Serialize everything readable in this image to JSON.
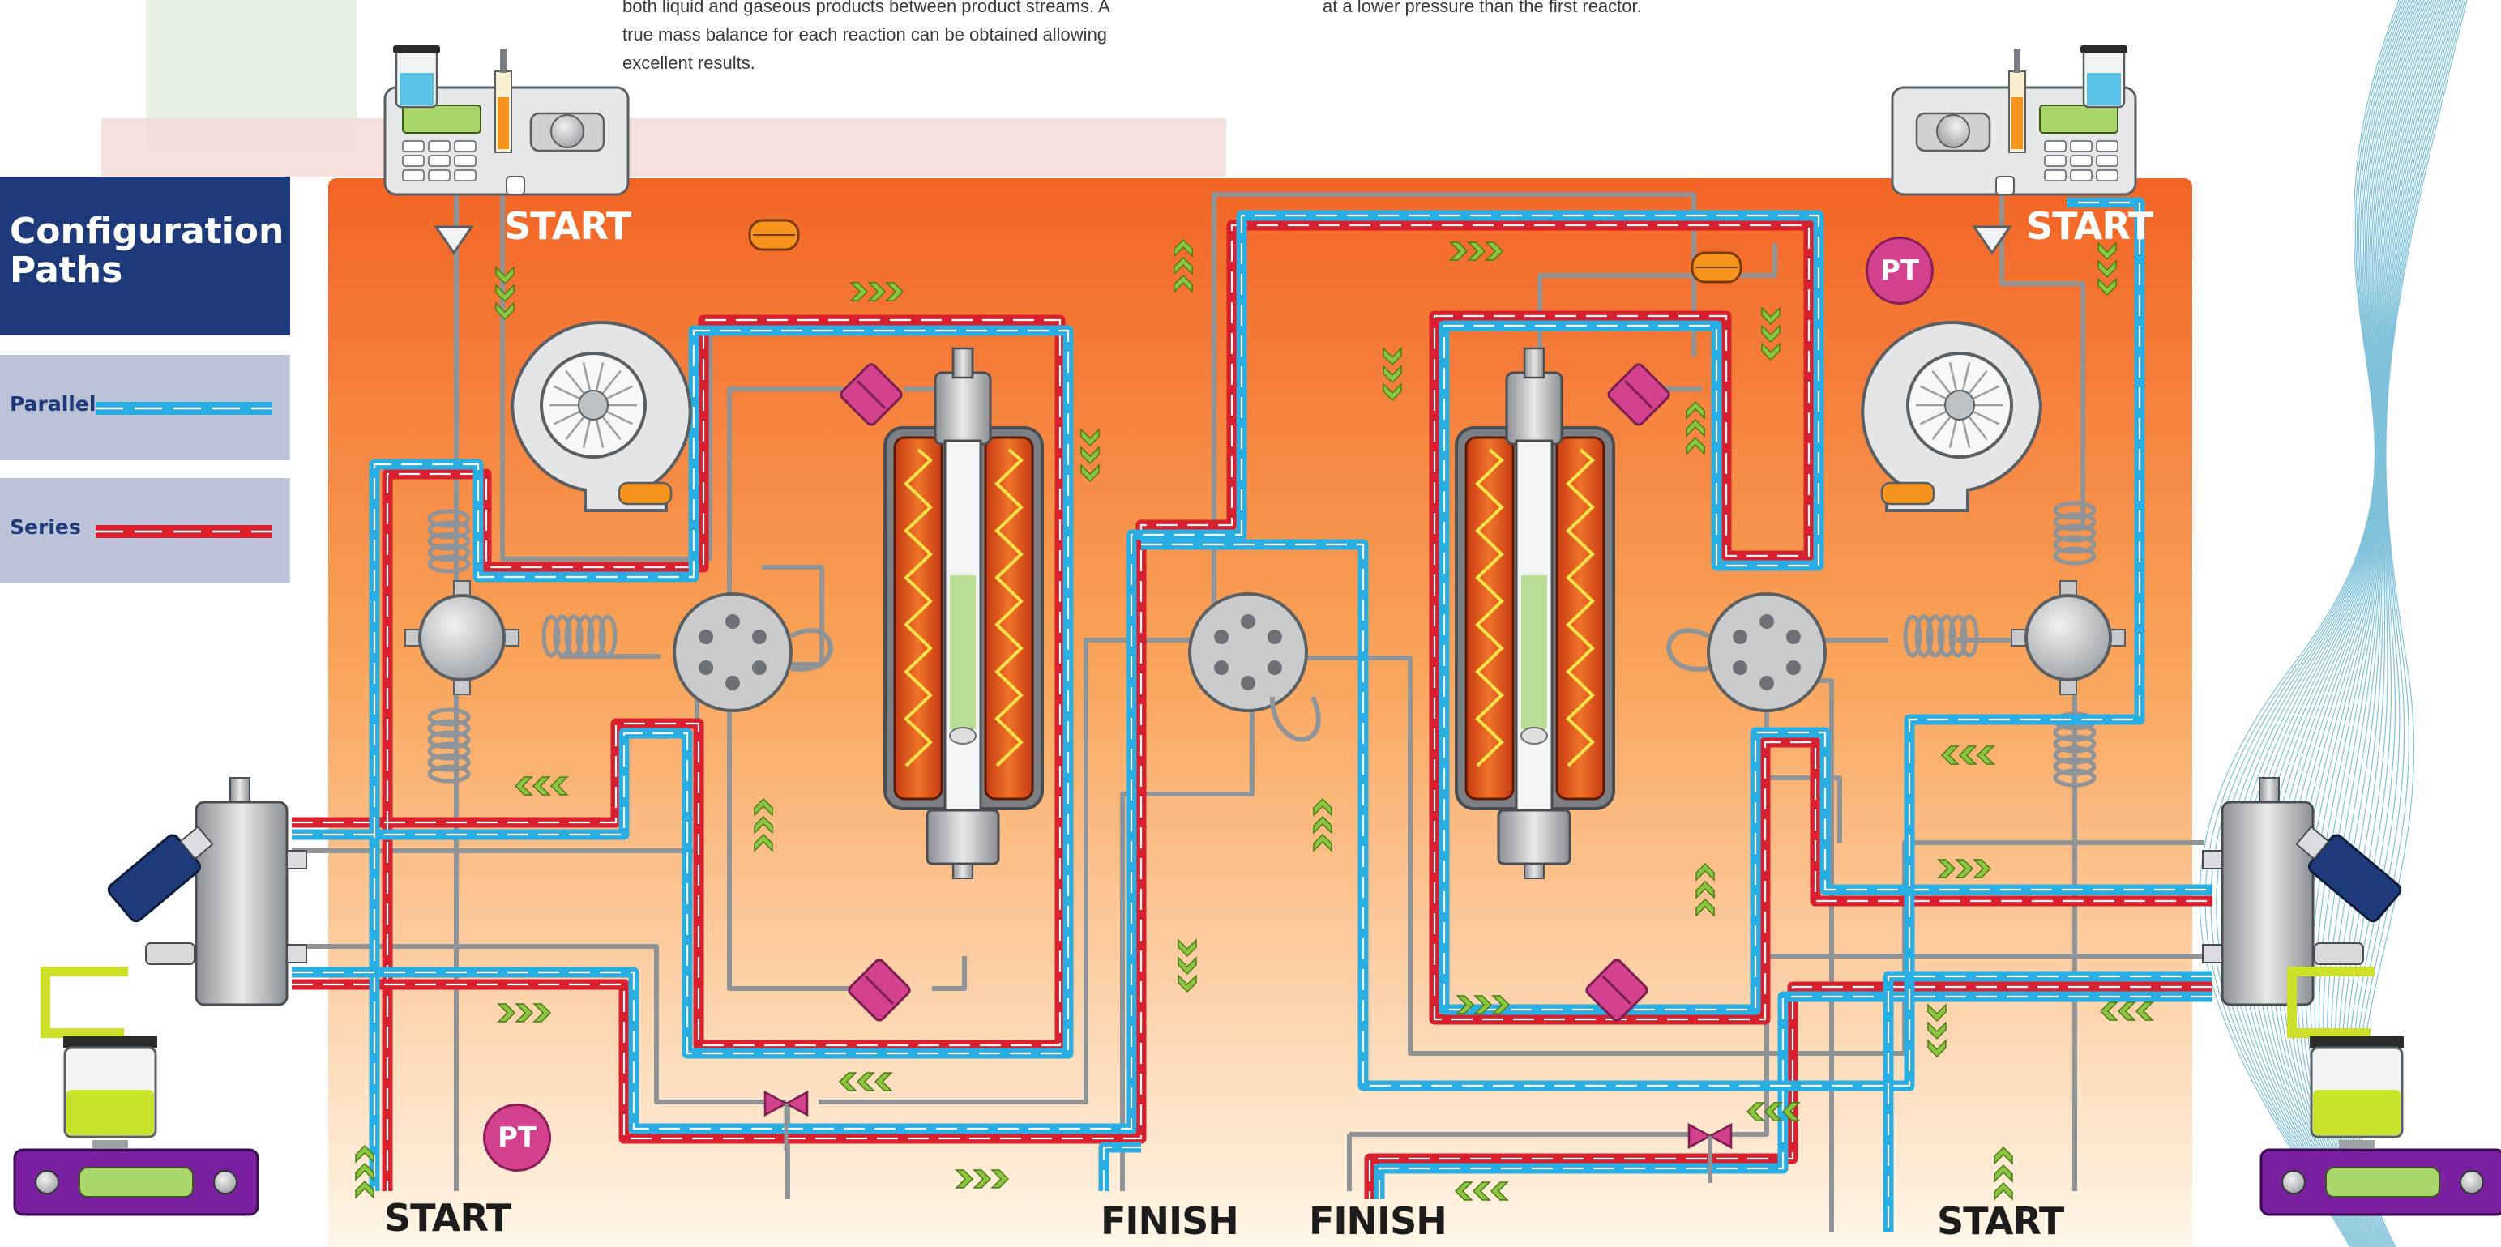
{
  "captions": {
    "left_lines": [
      "both liquid and gaseous products between product streams. A",
      "true mass balance for each reaction can be obtained allowing",
      "excellent results."
    ],
    "right_line": "at a lower pressure than the first reactor."
  },
  "panel": {
    "title_line1": "Configuration",
    "title_line2": "Paths"
  },
  "legend": [
    {
      "label": "Parallel",
      "color": "#29aee3"
    },
    {
      "label": "Series",
      "color": "#d9202e"
    }
  ],
  "labels": {
    "start_top_left": "START",
    "start_top_right": "START",
    "start_bottom_left": "START",
    "start_bottom_right": "START",
    "finish_left": "FINISH",
    "finish_right": "FINISH",
    "pt": "PT"
  },
  "colors": {
    "parallel": "#29aee3",
    "series": "#d9202e",
    "pipe": "#8f9498",
    "arrow": "#8cc63f",
    "panel_top": "#f26424",
    "panel_bottom": "#fff6e8",
    "dark_blue": "#1e3a7a",
    "pink": "#d4418e",
    "purple": "#7a1fa0"
  },
  "icons": [
    "reagent-pump-icon",
    "back-pressure-regulator-icon",
    "gas-mass-flow-controller-icon",
    "mixing-tee-icon",
    "coil-reactor-icon",
    "six-port-valve-icon",
    "gas-liquid-separator-icon",
    "packed-column-reactor-icon",
    "heater-icon",
    "pressure-transducer-icon",
    "needle-valve-icon",
    "gas-cylinder-icon",
    "product-vial-icon",
    "stirrer-hotplate-icon",
    "flow-direction-chevron-icon"
  ]
}
